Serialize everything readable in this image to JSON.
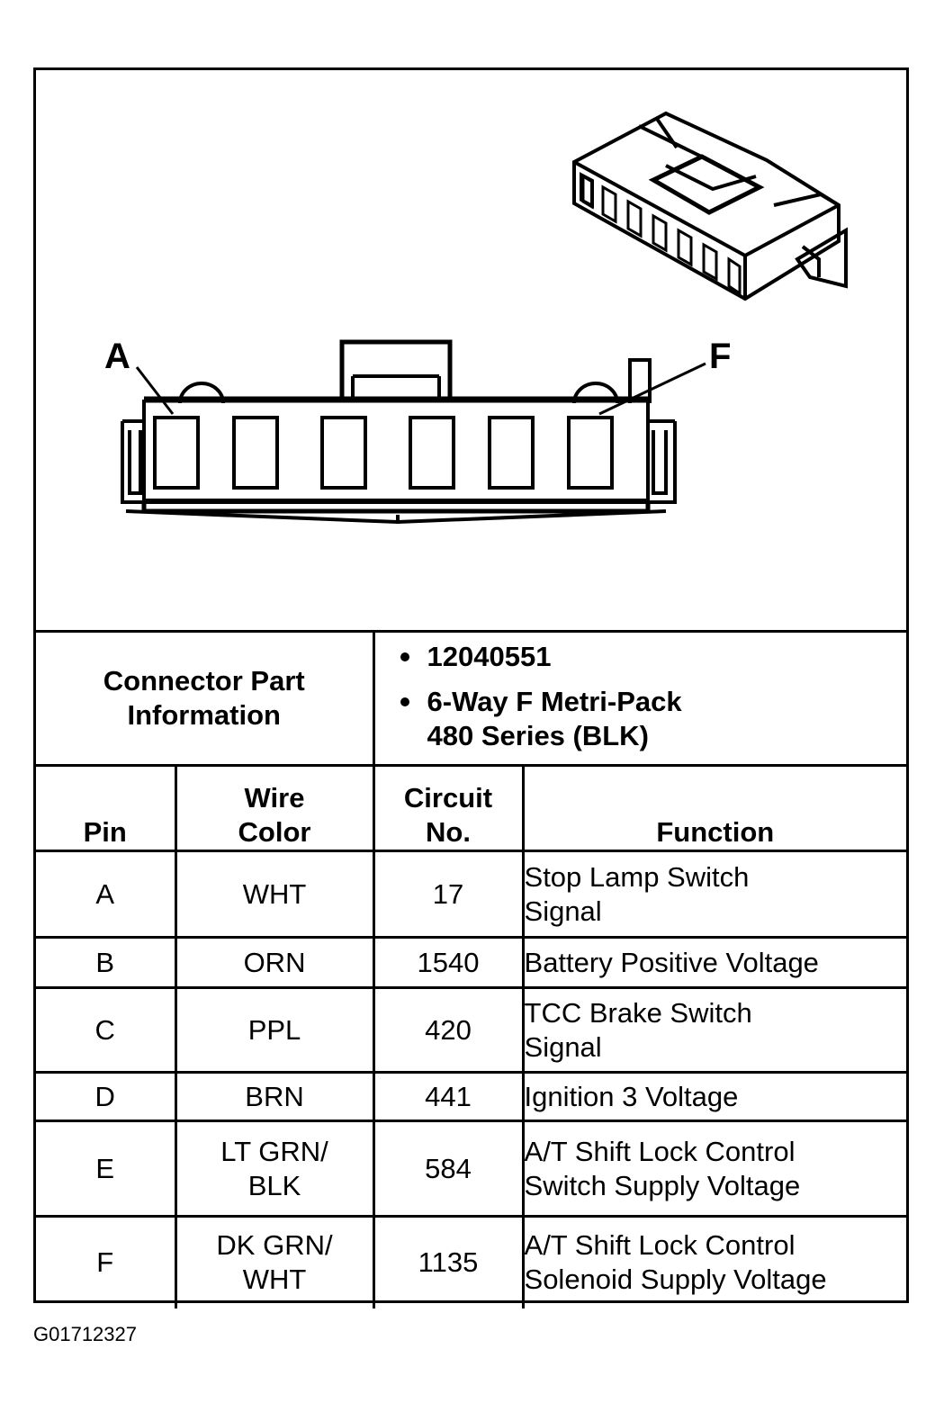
{
  "diagram": {
    "callouts": [
      "A",
      "F"
    ]
  },
  "connector_part": {
    "label_line1": "Connector Part",
    "label_line2": "Information",
    "items": [
      {
        "lines": [
          "12040551"
        ]
      },
      {
        "lines": [
          "6-Way F Metri-Pack",
          "480 Series (BLK)"
        ]
      }
    ]
  },
  "table": {
    "headers": {
      "pin": [
        "Pin"
      ],
      "wire_color": [
        "Wire",
        "Color"
      ],
      "circuit": [
        "Circuit",
        "No."
      ],
      "function": [
        "Function"
      ]
    },
    "rows": [
      {
        "pin": "A",
        "wire": [
          "WHT"
        ],
        "circuit": "17",
        "function": [
          "Stop Lamp Switch",
          "Signal"
        ]
      },
      {
        "pin": "B",
        "wire": [
          "ORN"
        ],
        "circuit": "1540",
        "function": [
          "Battery Positive Voltage"
        ]
      },
      {
        "pin": "C",
        "wire": [
          "PPL"
        ],
        "circuit": "420",
        "function": [
          "TCC Brake Switch",
          "Signal"
        ]
      },
      {
        "pin": "D",
        "wire": [
          "BRN"
        ],
        "circuit": "441",
        "function": [
          "Ignition 3 Voltage"
        ]
      },
      {
        "pin": "E",
        "wire": [
          "LT GRN/",
          "BLK"
        ],
        "circuit": "584",
        "function": [
          "A/T Shift Lock Control",
          "Switch Supply Voltage"
        ]
      },
      {
        "pin": "F",
        "wire": [
          "DK GRN/",
          "WHT"
        ],
        "circuit": "1135",
        "function": [
          "A/T Shift Lock Control",
          "Solenoid Supply Voltage"
        ]
      }
    ]
  },
  "figure_id": "G01712327"
}
